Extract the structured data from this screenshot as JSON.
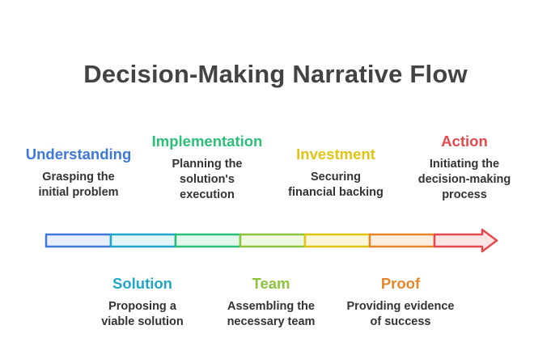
{
  "title": "Decision-Making Narrative Flow",
  "stages": [
    {
      "label": "Understanding",
      "desc": "Grasping the\ninitial problem",
      "color": "#3e79d9",
      "fill": "#e8effc"
    },
    {
      "label": "Solution",
      "desc": "Proposing a\nviable solution",
      "color": "#21a5c9",
      "fill": "#e3f5f9"
    },
    {
      "label": "Implementation",
      "desc": "Planning the\nsolution's\nexecution",
      "color": "#2bbf79",
      "fill": "#e3f7ec"
    },
    {
      "label": "Team",
      "desc": "Assembling the\nnecessary team",
      "color": "#8dc43d",
      "fill": "#eff8e1"
    },
    {
      "label": "Investment",
      "desc": "Securing\nfinancial backing",
      "color": "#e1c514",
      "fill": "#fbf7d8"
    },
    {
      "label": "Proof",
      "desc": "Providing evidence\nof success",
      "color": "#e58629",
      "fill": "#fcefe0"
    },
    {
      "label": "Action",
      "desc": "Initiating the\ndecision-making\nprocess",
      "color": "#e5484d",
      "fill": "#fbe5e5"
    }
  ]
}
